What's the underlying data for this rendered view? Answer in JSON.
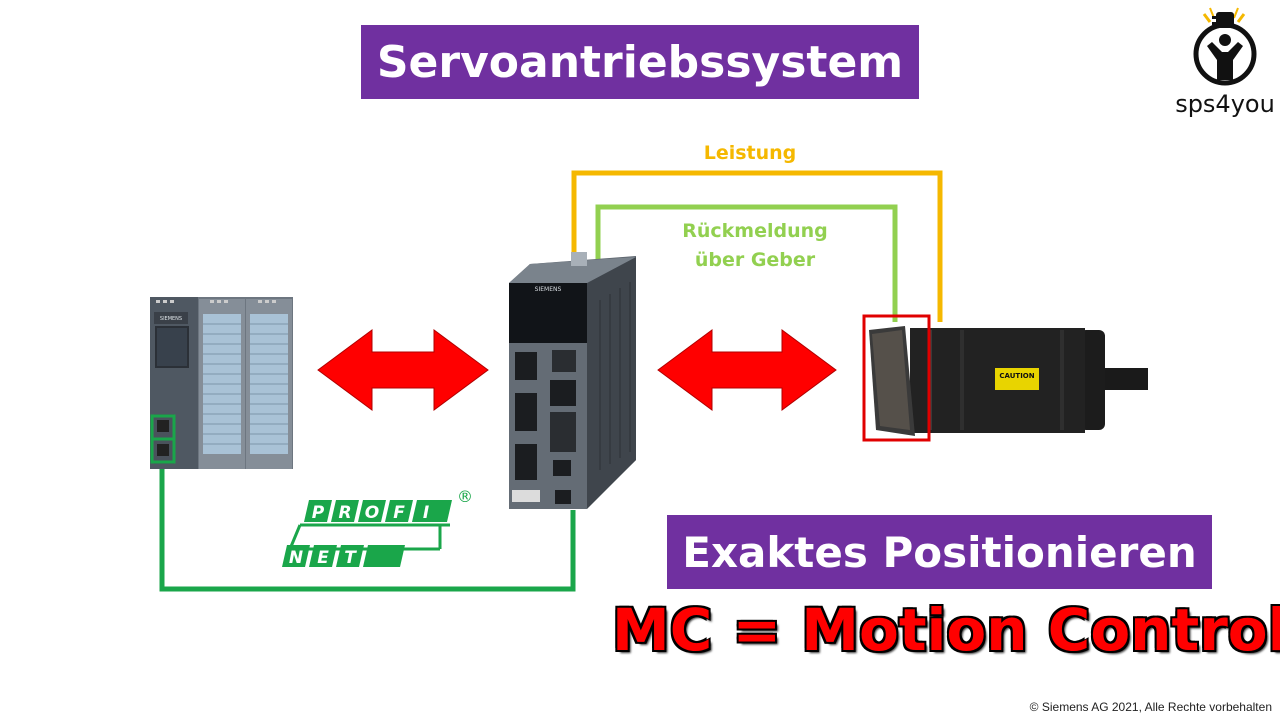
{
  "title": "Servoantriebssystem",
  "subtitle": "Exaktes Positionieren",
  "headline": "MC = Motion Control",
  "labels": {
    "power": "Leistung",
    "feedback_line1": "Rückmeldung",
    "feedback_line2": "über Geber"
  },
  "profinet": {
    "row1": [
      "P",
      "R",
      "O",
      "F",
      "I"
    ],
    "row2": [
      "N",
      "E",
      "T"
    ],
    "registered": "®"
  },
  "logo": {
    "name": "sps4you"
  },
  "copyright": "© Siemens AG 2021, Alle Rechte vorbehalten",
  "device_brand": "SIEMENS",
  "motor_caution": "CAUTION",
  "colors": {
    "banner": "#7030a0",
    "power_line": "#f5b800",
    "feedback_line": "#92d050",
    "profinet_line": "#1aa64a",
    "arrow": "#ff0000",
    "headline": "#ff0000"
  }
}
